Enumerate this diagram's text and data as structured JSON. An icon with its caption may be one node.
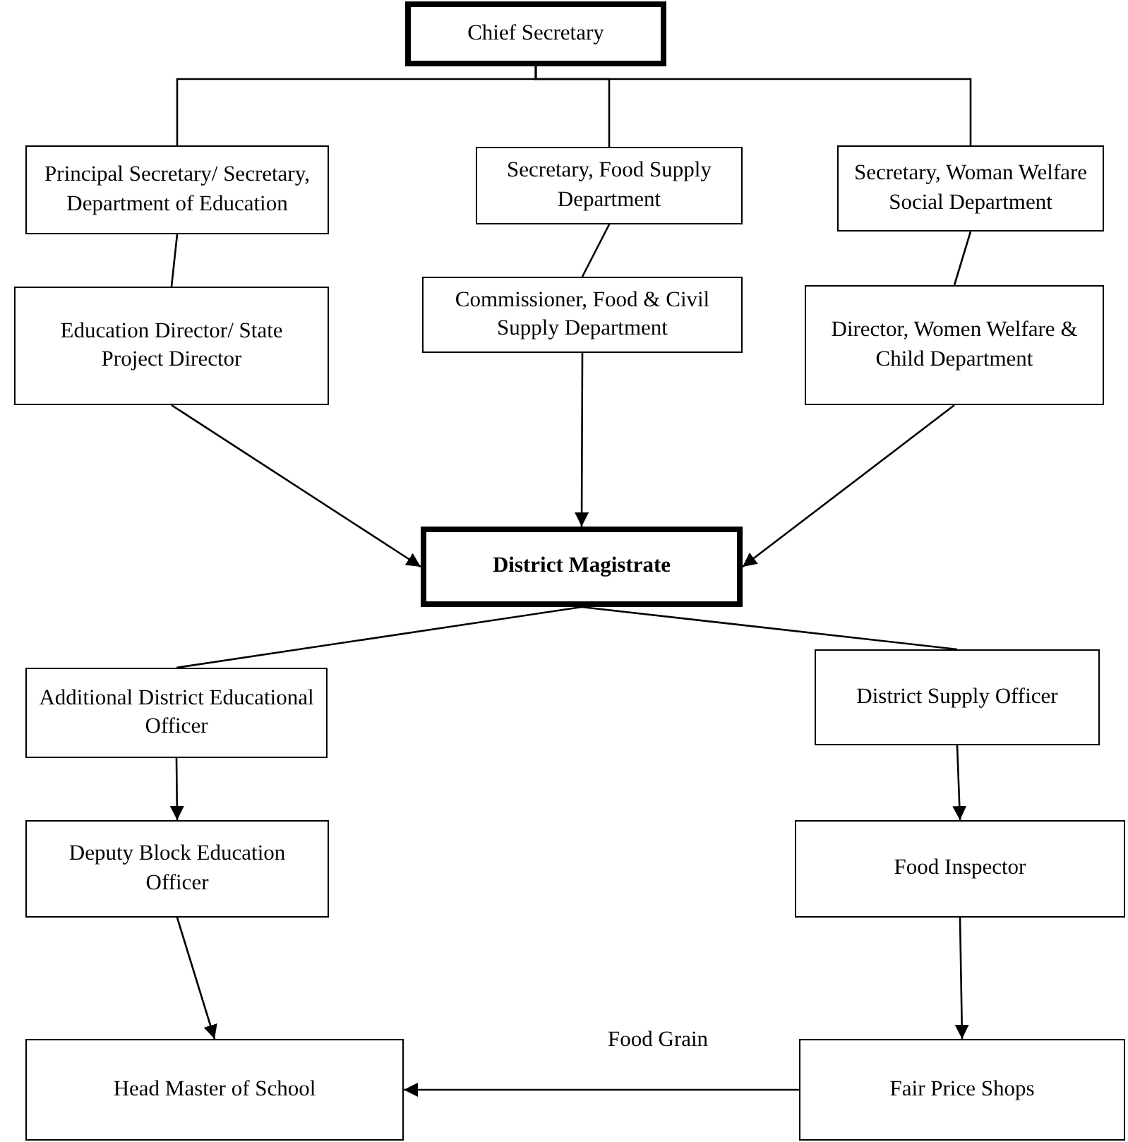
{
  "diagram": {
    "nodes": [
      {
        "text": [
          "Chief Secretary"
        ]
      },
      {
        "text": [
          "Principal Secretary/ Secretary, Department of Education"
        ]
      },
      {
        "text": [
          "Secretary, Food Supply Department"
        ]
      },
      {
        "text": [
          "Secretary, Woman Welfare Social Department"
        ]
      },
      {
        "text": [
          "Education Director/ State Project Director"
        ]
      },
      {
        "text": [
          "Commissioner, Food & Civil Supply Department"
        ]
      },
      {
        "text": [
          "Director, Women Welfare & Child Department"
        ]
      },
      {
        "text": [
          "District Magistrate"
        ]
      },
      {
        "text": [
          "Additional District Educational Officer"
        ]
      },
      {
        "text": [
          "District Supply Officer"
        ]
      },
      {
        "text": [
          "Deputy Block Education Officer"
        ]
      },
      {
        "text": [
          "Food Inspector"
        ]
      },
      {
        "text": [
          "Head Master of School"
        ]
      },
      {
        "text": [
          "Fair Price Shops"
        ]
      }
    ],
    "edges": [
      {
        "from": 0,
        "to": 1,
        "arrow": "none"
      },
      {
        "from": 0,
        "to": 2,
        "arrow": "none"
      },
      {
        "from": 0,
        "to": 3,
        "arrow": "none"
      },
      {
        "from": 1,
        "to": 4,
        "arrow": "none"
      },
      {
        "from": 2,
        "to": 5,
        "arrow": "none"
      },
      {
        "from": 3,
        "to": 6,
        "arrow": "none"
      },
      {
        "from": 4,
        "to": 7,
        "arrow": "to"
      },
      {
        "from": 5,
        "to": 7,
        "arrow": "to"
      },
      {
        "from": 6,
        "to": 7,
        "arrow": "to"
      },
      {
        "from": 7,
        "to": 8,
        "arrow": "none"
      },
      {
        "from": 7,
        "to": 9,
        "arrow": "none"
      },
      {
        "from": 8,
        "to": 10,
        "arrow": "to"
      },
      {
        "from": 9,
        "to": 11,
        "arrow": "to"
      },
      {
        "from": 10,
        "to": 12,
        "arrow": "to"
      },
      {
        "from": 11,
        "to": 13,
        "arrow": "to"
      },
      {
        "from": 13,
        "to": 12,
        "arrow": "to",
        "label": "Food Grain"
      }
    ]
  }
}
